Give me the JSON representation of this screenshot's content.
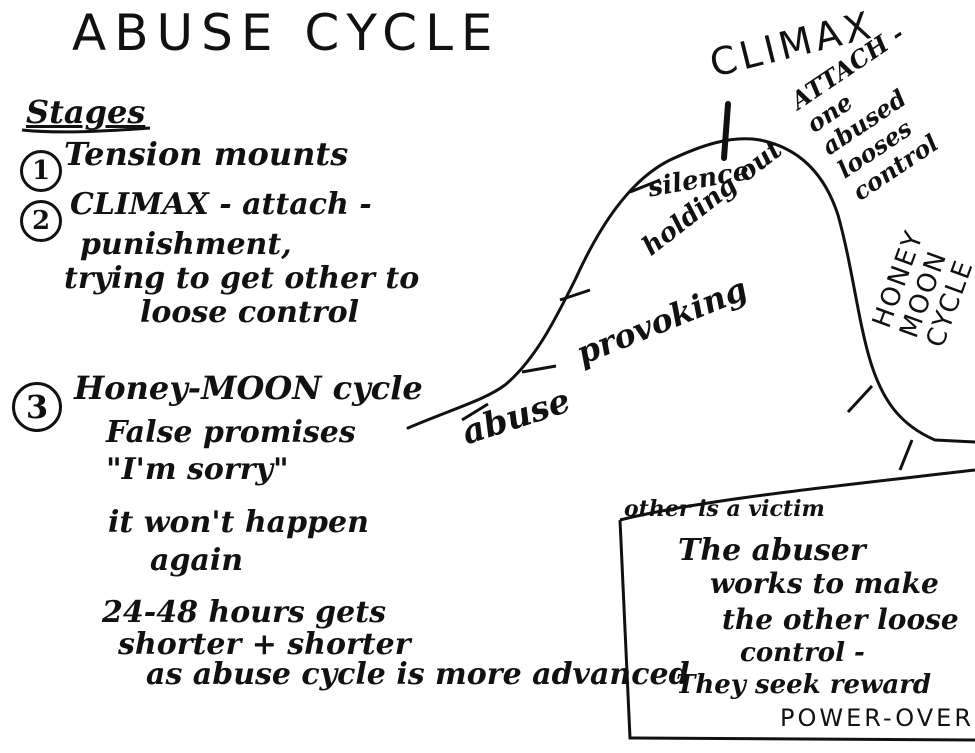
{
  "title": "ABUSE CYCLE",
  "stages": {
    "heading": "Stages",
    "stage1": {
      "number": "1",
      "text": "Tension mounts"
    },
    "stage2": {
      "number": "2",
      "lines": [
        "CLIMAX - attach -",
        "punishment,",
        "trying to get other to",
        "loose control"
      ]
    },
    "stage3": {
      "number": "3",
      "lines": [
        "Honey-MOON cycle",
        "False promises",
        "\"I'm sorry\"",
        "it won't happen",
        "again"
      ]
    },
    "duration_note": [
      "24-48 hours gets",
      "shorter + shorter",
      "as abuse cycle is more advanced"
    ]
  },
  "curve": {
    "labels": {
      "abuse": "abuse",
      "provoking": "provoking",
      "holding_out": "holding out",
      "silence": "silence",
      "climax": "CLIMAX",
      "climax_sub": "ATTACH - one abused looses control",
      "honeymoon": "HONEY MOON CYCLE"
    }
  },
  "note_box": {
    "heading": "other is a victim",
    "lines": [
      "The abuser",
      "works to make",
      "the other loose",
      "control -",
      "They seek reward",
      "POWER-OVER"
    ]
  },
  "colors": {
    "ink": "#111111",
    "paper": "#ffffff"
  }
}
